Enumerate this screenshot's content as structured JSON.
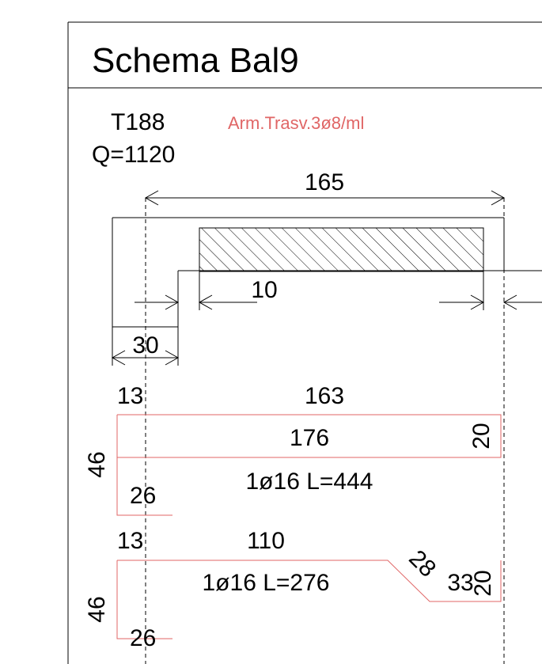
{
  "title": "Schema Bal9",
  "beam": {
    "section_id": "T188",
    "elevation": "Q=1120",
    "transverse_reinforcement": "Arm.Trasv.3ø8/ml",
    "colors": {
      "rebar": "#e06666",
      "lines": "#000000"
    }
  },
  "dimensions": {
    "span": "165",
    "slab": "10",
    "support": "30"
  },
  "bar1": {
    "left_offset": "13",
    "top_length": "163",
    "inner_length": "176",
    "right_hook": "20",
    "height": "46",
    "bottom_hook": "26",
    "spec": "1ø16 L=444"
  },
  "bar2": {
    "left_offset": "13",
    "top_length": "110",
    "bend": "28",
    "end_length": "33",
    "right_hook": "20",
    "height": "46",
    "bottom_hook": "26",
    "spec": "1ø16 L=276"
  }
}
